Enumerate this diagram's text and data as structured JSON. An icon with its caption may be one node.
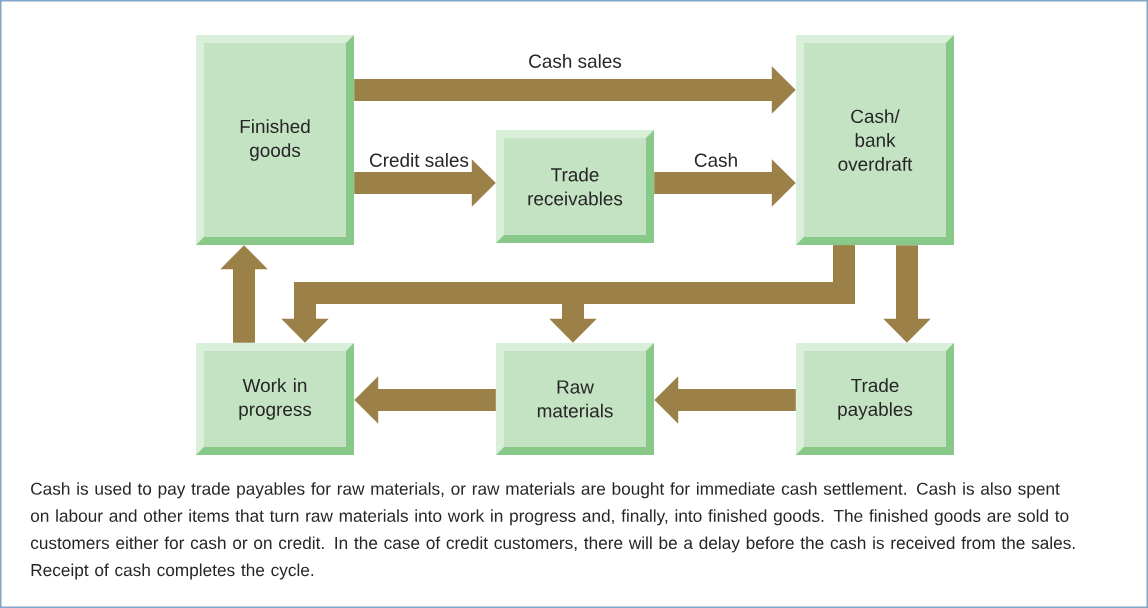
{
  "diagram": {
    "caption": "Cash is used to pay trade payables for raw materials, or raw materials are bought for immediate cash settlement. Cash is also spent on labour and other items that turn raw materials into work in progress and, finally, into finished goods. The finished goods are sold to customers either for cash or on credit. In the case of credit customers, there will be a delay before the cash is received from the sales. Receipt of cash completes the cycle.",
    "nodes": [
      {
        "text": [
          "Finished goods"
        ]
      },
      {
        "text": [
          "Trade receivables"
        ]
      },
      {
        "text": [
          "Cash/ bank overdraft"
        ]
      },
      {
        "text": [
          "Work in progress"
        ]
      },
      {
        "text": [
          "Raw materials"
        ]
      },
      {
        "text": [
          "Trade payables"
        ]
      }
    ],
    "edges": [
      {
        "from": 0,
        "to": 2,
        "arrow": "to",
        "label": "Cash sales"
      },
      {
        "from": 0,
        "to": 1,
        "arrow": "to",
        "label": "Credit sales"
      },
      {
        "from": 1,
        "to": 2,
        "arrow": "to",
        "label": "Cash"
      },
      {
        "from": 2,
        "to": 3,
        "arrow": "to"
      },
      {
        "from": 2,
        "to": 4,
        "arrow": "to"
      },
      {
        "from": 2,
        "to": 5,
        "arrow": "to"
      },
      {
        "from": 5,
        "to": 4,
        "arrow": "to"
      },
      {
        "from": 4,
        "to": 3,
        "arrow": "to"
      },
      {
        "from": 3,
        "to": 0,
        "arrow": "to"
      }
    ]
  }
}
